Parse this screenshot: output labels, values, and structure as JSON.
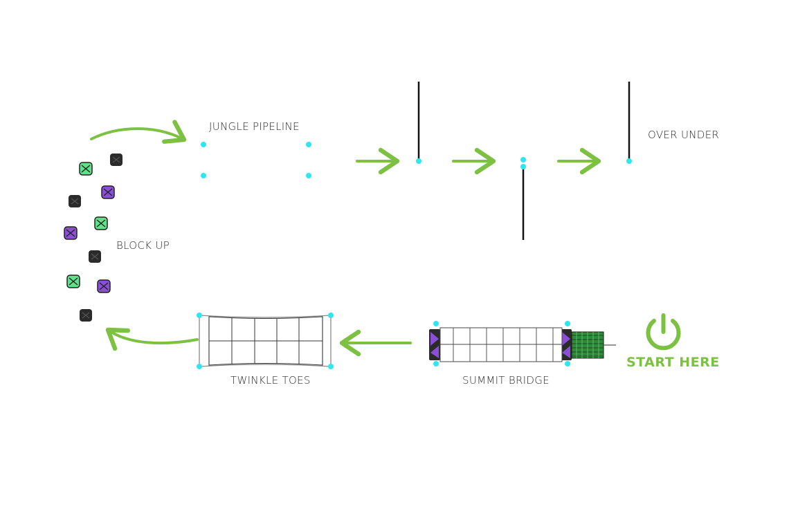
{
  "stations": {
    "jungle_pipeline": "JUNGLE PIPELINE",
    "over_under": "OVER UNDER",
    "block_up": "BLOCK UP",
    "twinkle_toes": "TWINKLE TOES",
    "summit_bridge": "SUMMIT BRIDGE",
    "start_here": "START HERE"
  },
  "colors": {
    "arrow": "#7dc142",
    "node": "#2ee6f0",
    "glow_line": "#9ff2b0",
    "block_dark": "#2b2b2b",
    "block_green": "#5fe38a",
    "block_purple": "#8a4fd6",
    "start_icon": "#7dc142",
    "mesh_green": "#2e8b3a"
  },
  "icons": [
    "power-icon",
    "flow-arrow"
  ]
}
